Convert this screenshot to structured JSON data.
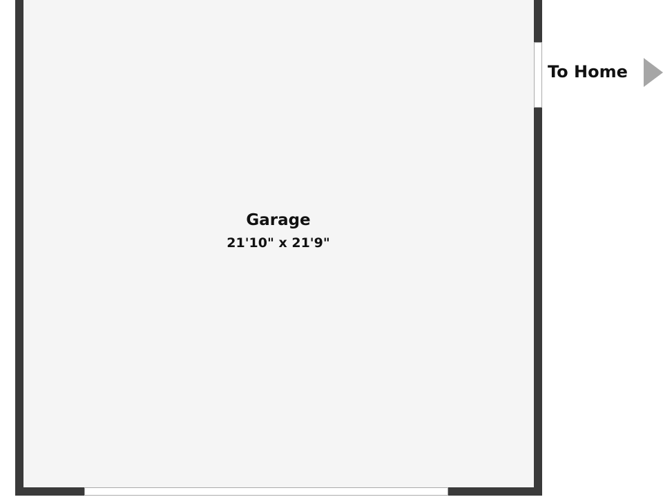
{
  "room": {
    "name": "Garage",
    "dimensions": "21'10\" x 21'9\""
  },
  "exit": {
    "label": "To Home",
    "icon": "arrow-right-icon"
  },
  "colors": {
    "wall": "#3a3a3a",
    "floor": "#f5f5f5",
    "arrow": "#a6a6a6"
  }
}
